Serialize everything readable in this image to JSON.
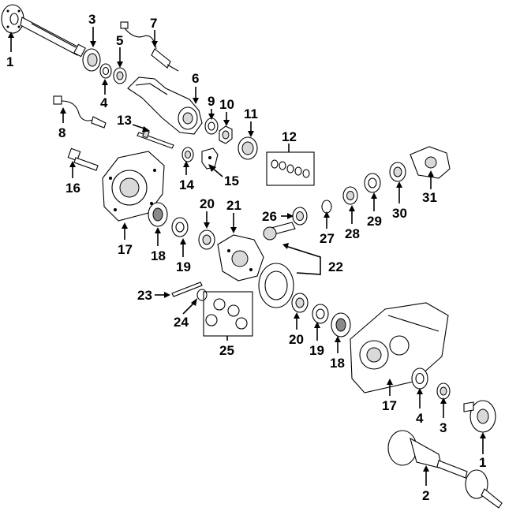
{
  "diagram": {
    "callouts": [
      {
        "id": "c1a",
        "text": "1"
      },
      {
        "id": "c3a",
        "text": "3"
      },
      {
        "id": "c4a",
        "text": "4"
      },
      {
        "id": "c5",
        "text": "5"
      },
      {
        "id": "c7",
        "text": "7"
      },
      {
        "id": "c6",
        "text": "6"
      },
      {
        "id": "c9",
        "text": "9"
      },
      {
        "id": "c10",
        "text": "10"
      },
      {
        "id": "c11",
        "text": "11"
      },
      {
        "id": "c8",
        "text": "8"
      },
      {
        "id": "c13",
        "text": "13"
      },
      {
        "id": "c12",
        "text": "12"
      },
      {
        "id": "c16",
        "text": "16"
      },
      {
        "id": "c14",
        "text": "14"
      },
      {
        "id": "c15",
        "text": "15"
      },
      {
        "id": "c17a",
        "text": "17"
      },
      {
        "id": "c18a",
        "text": "18"
      },
      {
        "id": "c19a",
        "text": "19"
      },
      {
        "id": "c20a",
        "text": "20"
      },
      {
        "id": "c21",
        "text": "21"
      },
      {
        "id": "c26",
        "text": "26"
      },
      {
        "id": "c27",
        "text": "27"
      },
      {
        "id": "c28",
        "text": "28"
      },
      {
        "id": "c29",
        "text": "29"
      },
      {
        "id": "c30",
        "text": "30"
      },
      {
        "id": "c31",
        "text": "31"
      },
      {
        "id": "c22",
        "text": "22"
      },
      {
        "id": "c23",
        "text": "23"
      },
      {
        "id": "c24",
        "text": "24"
      },
      {
        "id": "c25",
        "text": "25"
      },
      {
        "id": "c20b",
        "text": "20"
      },
      {
        "id": "c19b",
        "text": "19"
      },
      {
        "id": "c18b",
        "text": "18"
      },
      {
        "id": "c17b",
        "text": "17"
      },
      {
        "id": "c4b",
        "text": "4"
      },
      {
        "id": "c3b",
        "text": "3"
      },
      {
        "id": "c1b",
        "text": "1"
      },
      {
        "id": "c2",
        "text": "2"
      }
    ]
  }
}
